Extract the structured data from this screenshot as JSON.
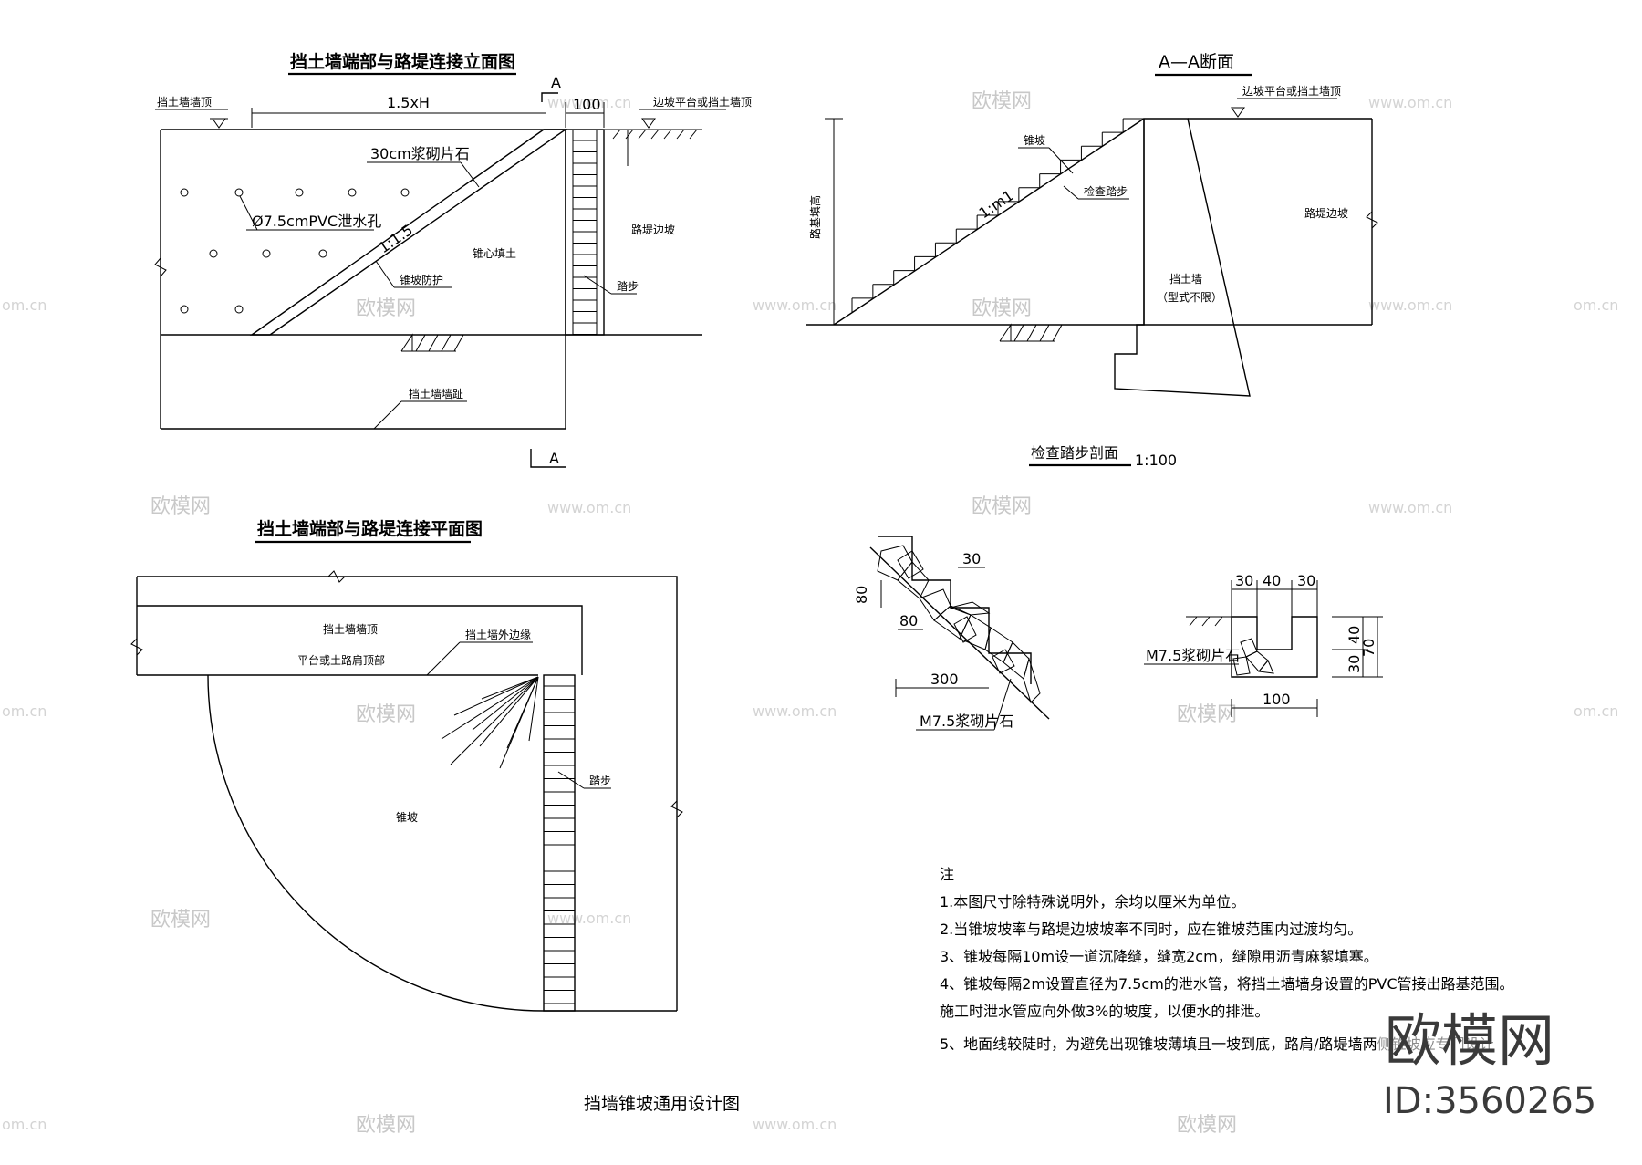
{
  "elevation": {
    "title": "挡土墙端部与路堤连接立面图",
    "wall_top_label": "挡土墙墙顶",
    "length_dim": "1.5xH",
    "step_width_dim": "100",
    "section_mark": "A",
    "platform_label": "边坡平台或挡土墙顶",
    "stone_label": "30cm浆砌片石",
    "drain_label": "Ø7.5cmPVC泄水孔",
    "slope_ratio": "1:1.5",
    "cone_protect_label": "锥坡防护",
    "core_fill_label": "锥心填土",
    "embank_slope_label": "路堤边坡",
    "step_label": "踏步",
    "wall_back_label": "挡土墙墙趾"
  },
  "section": {
    "title": "A—A断面",
    "platform_label": "边坡平台或挡土墙顶",
    "cone_label": "锥坡",
    "ratio": "1:m1",
    "step_label": "检查踏步",
    "height_label": "路基填高",
    "embank_slope_label": "路堤边坡",
    "wall_label": "挡土墙",
    "wall_note": "（型式不限）"
  },
  "step_profile": {
    "title": "检查踏步剖面",
    "scale": "1:100",
    "dim_tread": "30",
    "dim_riser": "80",
    "dim_riser2": "80",
    "dim_run": "300",
    "mortar_label": "M7.5浆砌片石"
  },
  "ditch": {
    "dims_top": [
      "30",
      "40",
      "30"
    ],
    "dim_right_a": "30",
    "dim_right_b": "40",
    "dim_total": "70",
    "dim_width": "100",
    "mortar_label": "M7.5浆砌片石"
  },
  "plan": {
    "title": "挡土墙端部与路堤连接平面图",
    "wall_top_label": "挡土墙墙顶",
    "platform_label": "平台或土路肩顶部",
    "outer_edge_label": "挡土墙外边缘",
    "step_label": "踏步",
    "cone_label": "锥坡"
  },
  "notes": {
    "heading": "注",
    "lines": [
      "1.本图尺寸除特殊说明外，余均以厘米为单位。",
      "2.当锥坡坡率与路堤边坡坡率不同时，应在锥坡范围内过渡均匀。",
      "3、锥坡每隔10m设一道沉降缝，缝宽2cm，缝隙用沥青麻絮填塞。",
      "4、锥坡每隔2m设置直径为7.5cm的泄水管，将挡土墙墙身设置的PVC管接出路基范围。",
      "施工时泄水管应向外做3%的坡度，以便水的排泄。",
      "5、地面线较陡时，为避免出现锥坡薄填且一坡到底，路肩/路堤墙两侧锥坡应专门设计"
    ]
  },
  "drawing_title": "挡墙锥坡通用设计图",
  "brand": {
    "name": "欧模网",
    "id": "ID:3560265"
  },
  "watermarks": {
    "logo": "欧模网",
    "url": "www.om.cn",
    "url_short": "om.cn"
  }
}
